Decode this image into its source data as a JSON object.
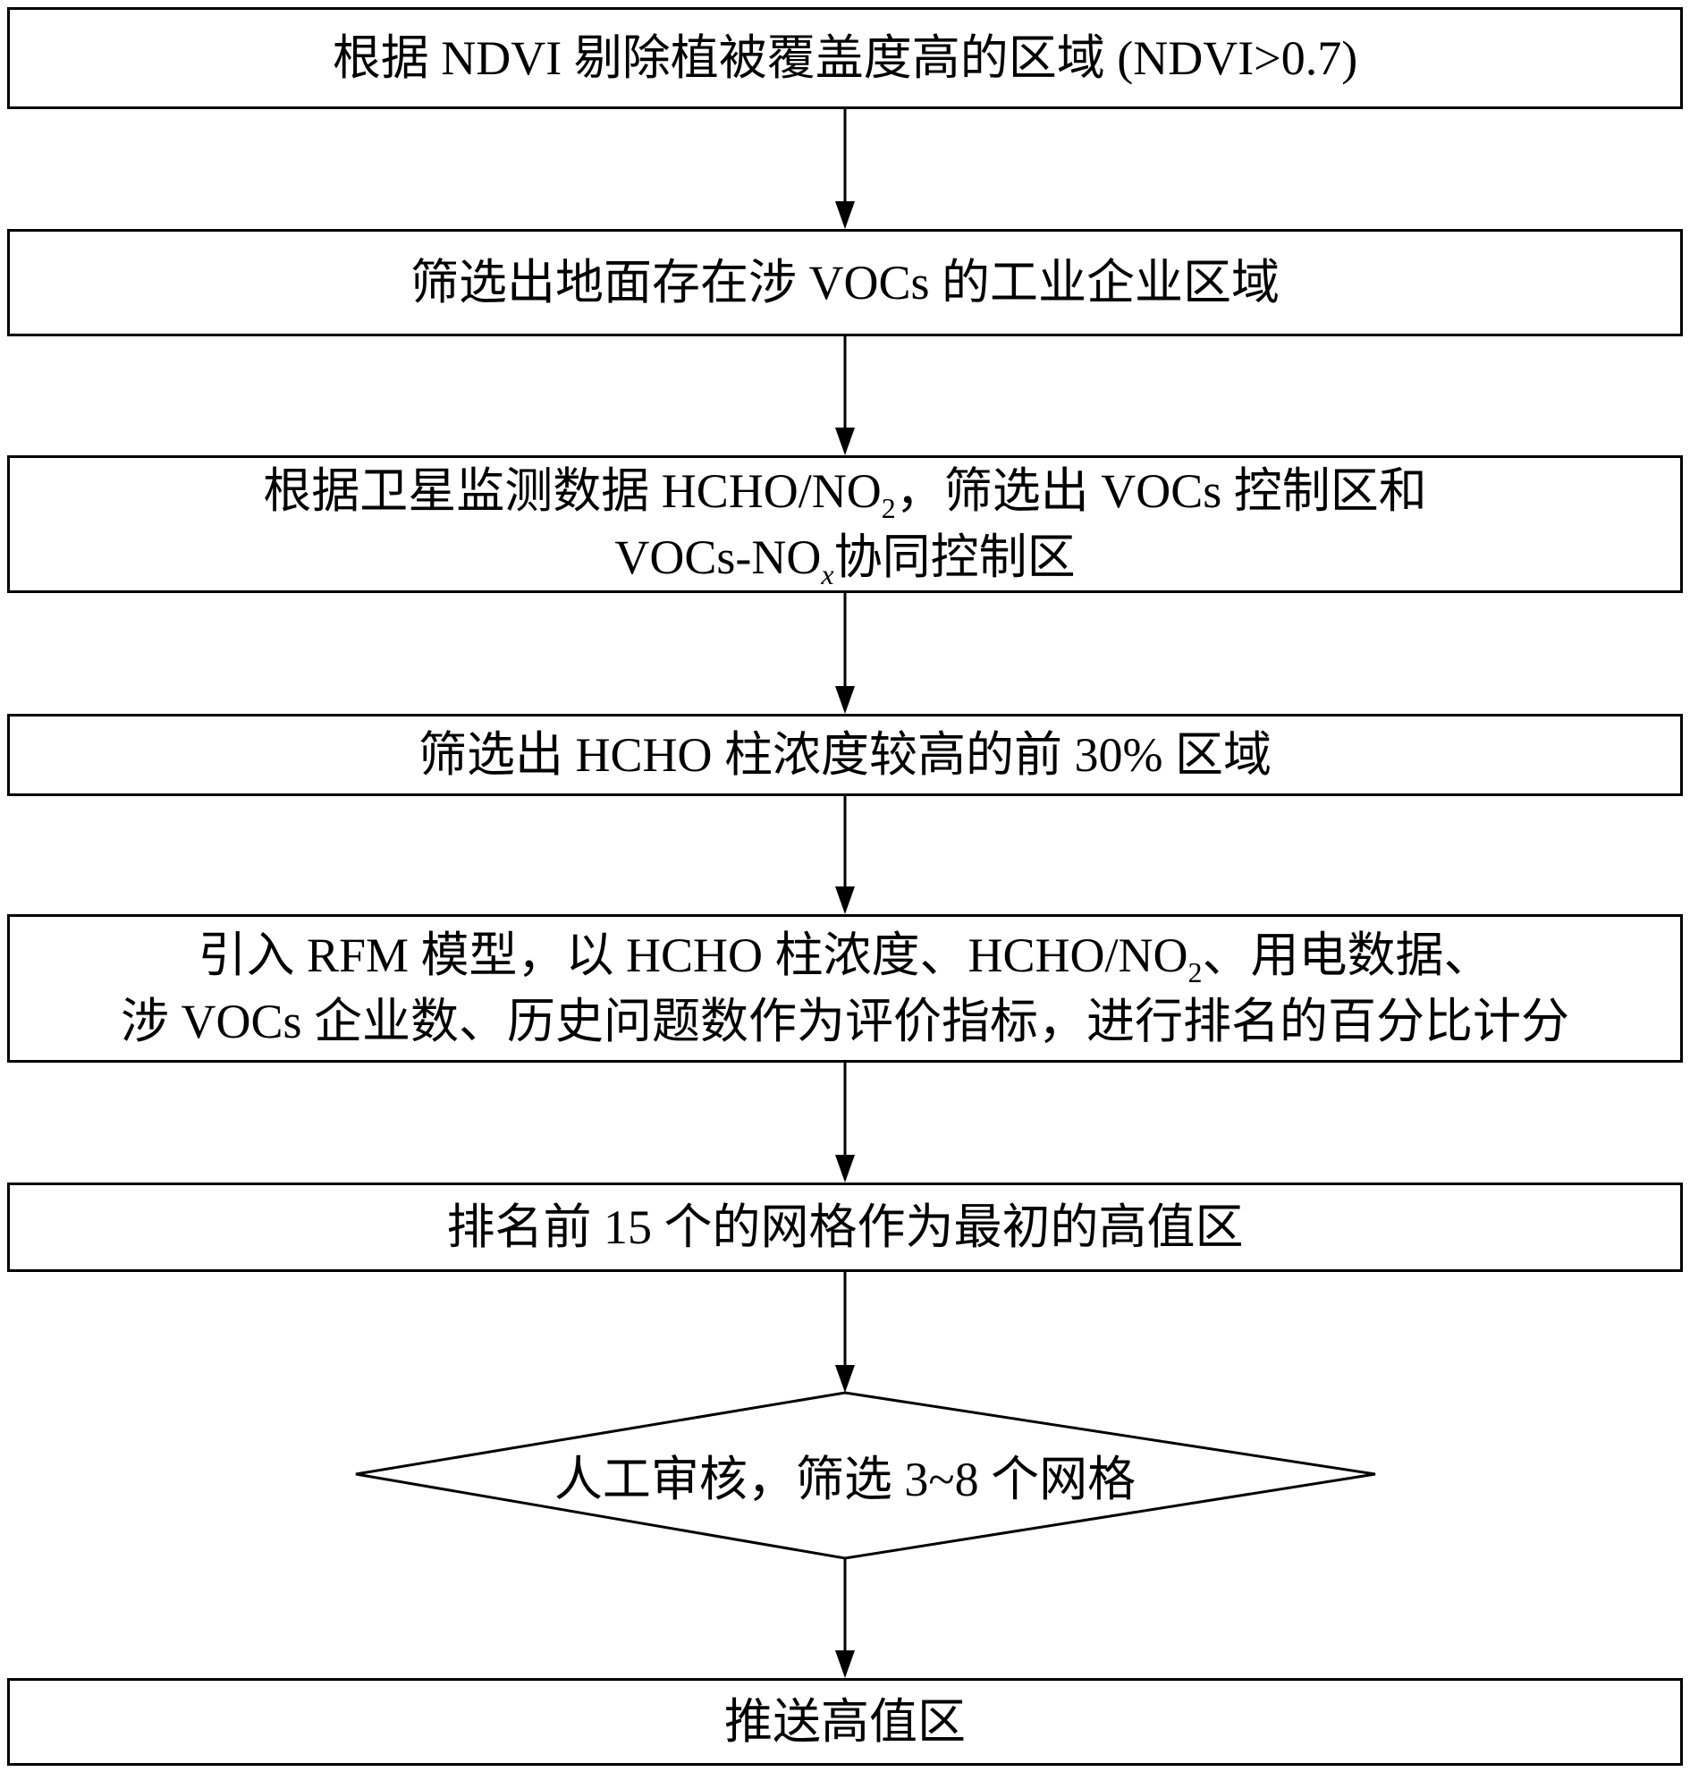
{
  "steps": [
    {
      "text": "根据 NDVI 剔除植被覆盖度高的区域 (NDVI>0.7)"
    },
    {
      "text": "筛选出地面存在涉 VOCs 的工业企业区域"
    },
    {
      "line1_a": "根据卫星监测数据 HCHO/NO",
      "line1_sub": "2",
      "line1_b": "，筛选出 VOCs 控制区和",
      "line2_a": "VOCs-NO",
      "line2_sub": "x",
      "line2_b": "协同控制区"
    },
    {
      "text": "筛选出 HCHO 柱浓度较高的前 30% 区域"
    },
    {
      "line1_a": "引入 RFM 模型，以 HCHO 柱浓度、HCHO/NO",
      "line1_sub": "2",
      "line1_b": "、用电数据、",
      "line2": "涉 VOCs 企业数、历史问题数作为评价指标，进行排名的百分比计分"
    },
    {
      "text": "排名前 15 个的网格作为最初的高值区"
    }
  ],
  "decision": {
    "text": "人工审核，筛选 3~8 个网格"
  },
  "final": {
    "text": "推送高值区"
  }
}
